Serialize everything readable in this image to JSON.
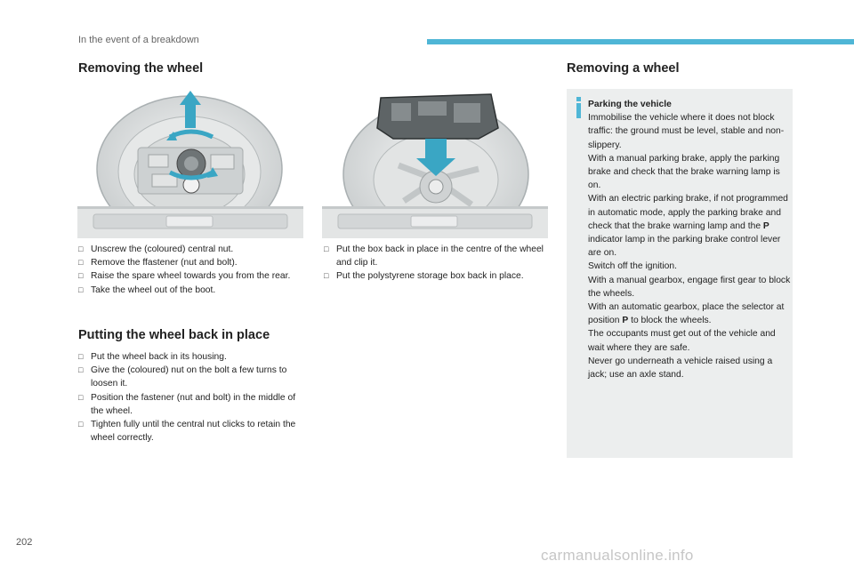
{
  "header": {
    "section": "In the event of a breakdown"
  },
  "left": {
    "title": "Removing the wheel",
    "steps": [
      "Unscrew the (coloured) central nut.",
      "Remove the ffastener (nut and bolt).",
      "Raise the spare wheel towards you from the rear.",
      "Take the wheel out of the boot."
    ],
    "title2": "Putting the wheel back in place",
    "steps2": [
      "Put the wheel back in its housing.",
      "Give the (coloured) nut on the bolt a few turns to loosen it.",
      "Position the fastener (nut and bolt) in the middle of the wheel.",
      "Tighten fully until the central nut clicks to retain the wheel correctly."
    ]
  },
  "middle": {
    "steps": [
      "Put the box back in place in the centre of the wheel and clip it.",
      "Put the polystyrene storage box back in place."
    ]
  },
  "right": {
    "title": "Removing a wheel",
    "info": {
      "title": "Parking the vehicle",
      "l1": "Immobilise the vehicle where it does not block traffic: the ground must be level, stable and non-slippery.",
      "l2": "With a manual parking brake, apply the parking brake and check that the brake warning lamp is on.",
      "l3a": "With an electric parking brake, if not programmed in automatic mode, apply the parking brake and check that the brake warning lamp and the ",
      "l3b": "P",
      "l3c": " indicator lamp in the parking brake control lever are on.",
      "l4": "Switch off the ignition.",
      "l5": "With a manual gearbox, engage first gear to block the wheels.",
      "l6a": "With an automatic gearbox, place the selector at position ",
      "l6b": "P",
      "l6c": " to block the wheels.",
      "l7": "The occupants must get out of the vehicle and wait where they are safe.",
      "l8": "Never go underneath a vehicle raised using a jack; use an axle stand."
    }
  },
  "footer": {
    "page_number": "202",
    "watermark": "carmanualsonline.info"
  },
  "icons": {
    "bullet": "checkbox-bullet-icon",
    "info": "info-icon"
  },
  "colors": {
    "accent": "#4fb6d6",
    "arrow": "#3aa6c4",
    "infobox": "#eceeee"
  }
}
